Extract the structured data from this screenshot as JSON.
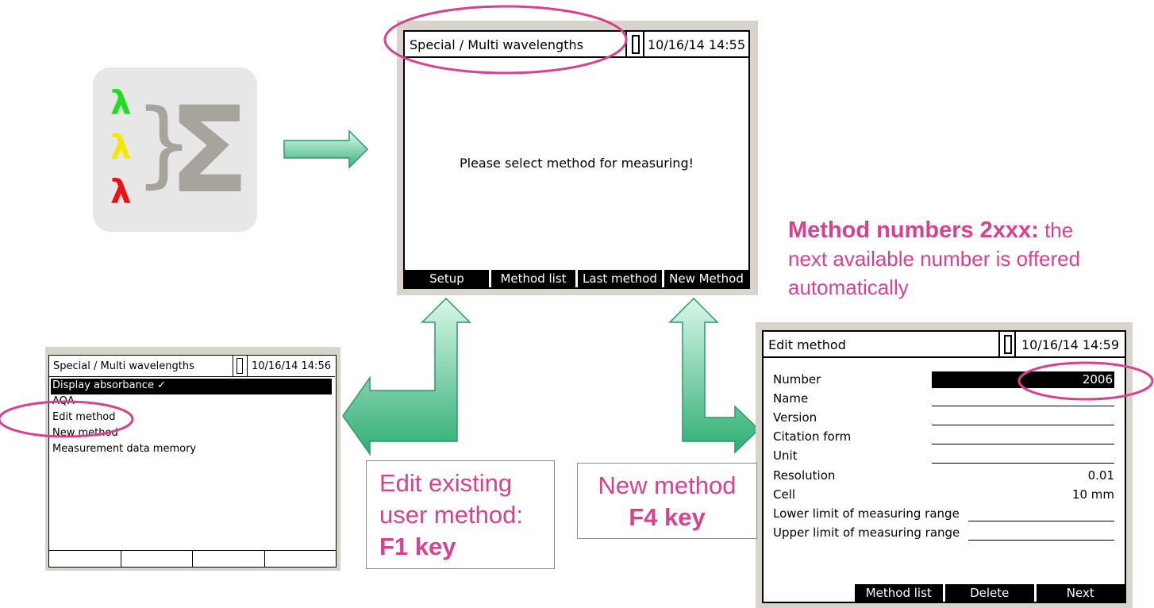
{
  "colors": {
    "accent_pink": "#d8418f",
    "arrow_green_light": "#c6f5dd",
    "arrow_green_dark": "#2fae74",
    "icon_bg": "#e7e7e7",
    "lambda_colors": [
      "#22dd22",
      "#f2e800",
      "#ee1111"
    ],
    "brace_gray": "#a7a39d"
  },
  "icons": {
    "app_icon": "multi-wavelength-lambda-sigma-icon",
    "battery": "battery-icon"
  },
  "icon_glyphs": {
    "lambda": "λ",
    "brace": "}",
    "sigma": "Σ"
  },
  "main_screen": {
    "title": "Special / Multi wavelengths",
    "datetime": "10/16/14 14:55",
    "message": "Please select method for measuring!",
    "softkeys": [
      "Setup",
      "Method list",
      "Last method",
      "New Method"
    ]
  },
  "menu_screen": {
    "title": "Special / Multi wavelengths",
    "datetime": "10/16/14 14:56",
    "items": [
      "Display absorbance ✓",
      "AQA",
      "Edit method",
      "New method",
      "Measurement data memory"
    ]
  },
  "edit_screen": {
    "title": "Edit method",
    "datetime": "10/16/14 14:59",
    "fields": [
      {
        "label": "Number",
        "value": "2006"
      },
      {
        "label": "Name",
        "value": ""
      },
      {
        "label": "Version",
        "value": ""
      },
      {
        "label": "Citation form",
        "value": ""
      },
      {
        "label": "Unit",
        "value": ""
      },
      {
        "label": "Resolution",
        "value": "0.01"
      },
      {
        "label": "Cell",
        "value": "10 mm"
      },
      {
        "label": "Lower limit of measuring range",
        "value": ""
      },
      {
        "label": "Upper limit of measuring range",
        "value": ""
      }
    ],
    "softkeys": [
      "",
      "Method list",
      "Delete",
      "Next"
    ]
  },
  "note_method_numbers": {
    "heading": "Method numbers 2xxx:",
    "line1_tail": " the",
    "line2": "next available number is offered",
    "line3": "automatically"
  },
  "callout_f1": {
    "line1": "Edit existing",
    "line2": "user method:",
    "line3": "F1 key"
  },
  "callout_f4": {
    "line1": "New method",
    "line2": "F4 key"
  }
}
